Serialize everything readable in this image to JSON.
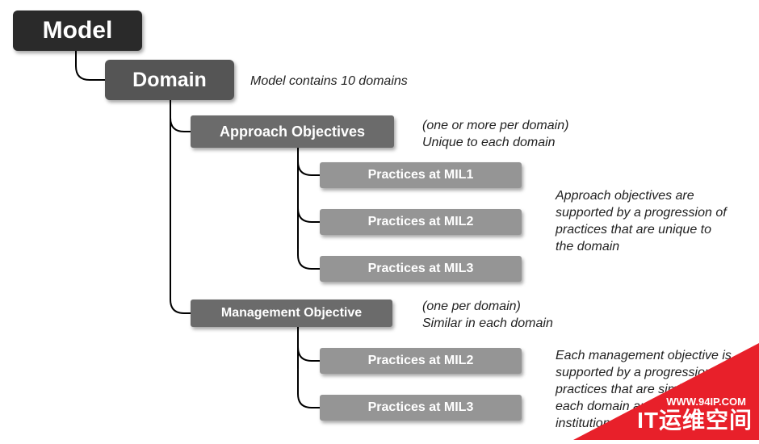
{
  "boxes": {
    "model": "Model",
    "domain": "Domain",
    "approach_objectives": "Approach Objectives",
    "management_objective": "Management Objective",
    "approach_practices": [
      "Practices at MIL1",
      "Practices at MIL2",
      "Practices at MIL3"
    ],
    "management_practices": [
      "Practices at MIL2",
      "Practices at MIL3"
    ]
  },
  "notes": {
    "domain": "Model contains 10 domains",
    "approach": [
      "(one or more per domain)",
      "Unique to each domain"
    ],
    "approach_detail": [
      "Approach objectives are",
      "supported by a progression of",
      "practices that are unique to",
      "the domain"
    ],
    "management": [
      "(one per domain)",
      "Similar in each domain"
    ],
    "management_detail": [
      "Each management objective is",
      "supported by a progression of",
      "practices that are similar in",
      "each domain and describe",
      "institutionalization"
    ]
  },
  "watermark": {
    "url": "WWW.94IP.COM",
    "brand": "IT运维空间"
  },
  "colors": {
    "model": "#2a2a2a",
    "domain": "#555555",
    "objective": "#6b6b6b",
    "practice": "#959595",
    "connector": "#000000",
    "watermark": "#e8202a"
  }
}
